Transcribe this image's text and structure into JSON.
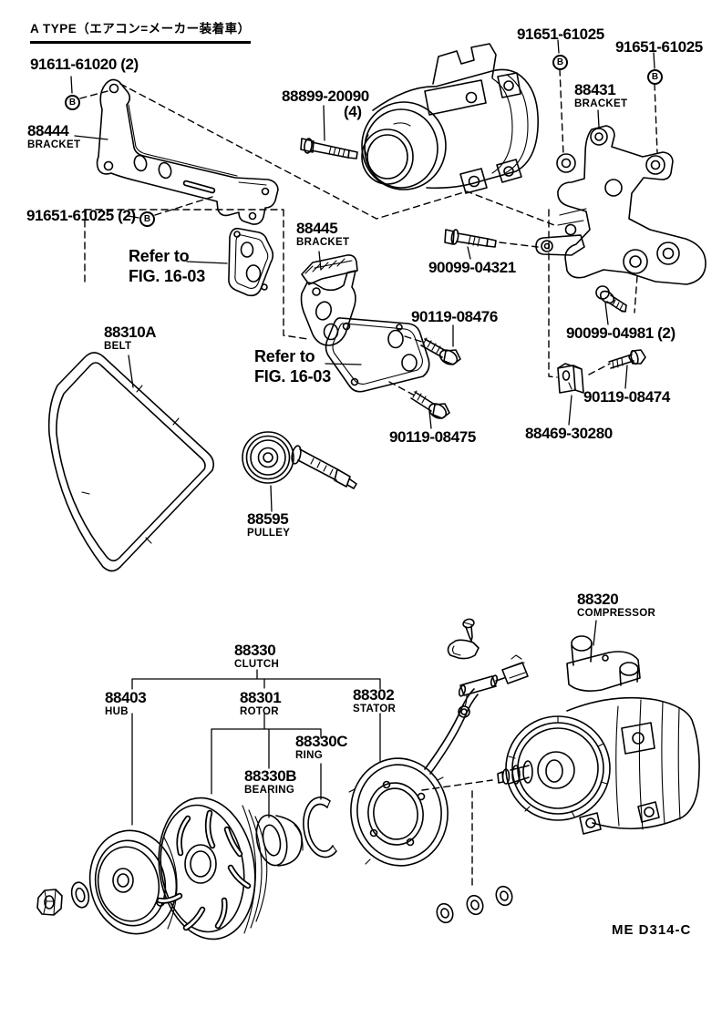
{
  "header": {
    "title": "A TYPE（エアコン=メーカー装着車）"
  },
  "marker": {
    "b": "B"
  },
  "parts": {
    "p88444": {
      "number": "88444",
      "name": "BRACKET"
    },
    "p88445": {
      "number": "88445",
      "name": "BRACKET"
    },
    "p88431": {
      "number": "88431",
      "name": "BRACKET"
    },
    "p88310a": {
      "number": "88310A",
      "name": "BELT"
    },
    "p88595": {
      "number": "88595",
      "name": "PULLEY"
    },
    "p88320": {
      "number": "88320",
      "name": "COMPRESSOR"
    },
    "p88330": {
      "number": "88330",
      "name": "CLUTCH"
    },
    "p88403": {
      "number": "88403",
      "name": "HUB"
    },
    "p88301": {
      "number": "88301",
      "name": "ROTOR"
    },
    "p88302": {
      "number": "88302",
      "name": "STATOR"
    },
    "p88330c": {
      "number": "88330C",
      "name": "RING"
    },
    "p88330b": {
      "number": "88330B",
      "name": "BEARING"
    }
  },
  "fasteners": {
    "n91611_61020": "91611-61020 (2)",
    "n91651_61025_2": "91651-61025 (2)",
    "n91651_61025_a": "91651-61025",
    "n91651_61025_b": "91651-61025",
    "n88899_20090": "88899-20090",
    "n88899_20090_qty": "(4)",
    "n90099_04321": "90099-04321",
    "n90099_04981": "90099-04981 (2)",
    "n90119_08476": "90119-08476",
    "n90119_08475": "90119-08475",
    "n90119_08474": "90119-08474",
    "n88469_30280": "88469-30280"
  },
  "references": {
    "refer1": {
      "line1": "Refer to",
      "line2": "FIG. 16-03"
    },
    "refer2": {
      "line1": "Refer to",
      "line2": "FIG. 16-03"
    }
  },
  "footer": {
    "doc_code": "ME D314-C"
  }
}
